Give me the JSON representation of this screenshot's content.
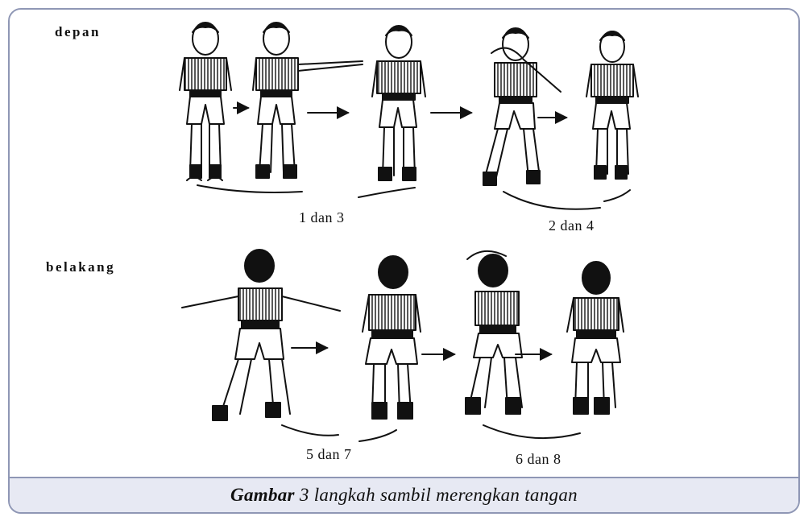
{
  "sections": {
    "front_label": "depan",
    "back_label": "belakang"
  },
  "steps": {
    "s1": "1 dan 3",
    "s2": "2 dan 4",
    "s3": "5 dan 7",
    "s4": "6 dan 8"
  },
  "caption": {
    "bold": "Gambar",
    "rest": " 3 langkah sambil merengkan tangan"
  }
}
